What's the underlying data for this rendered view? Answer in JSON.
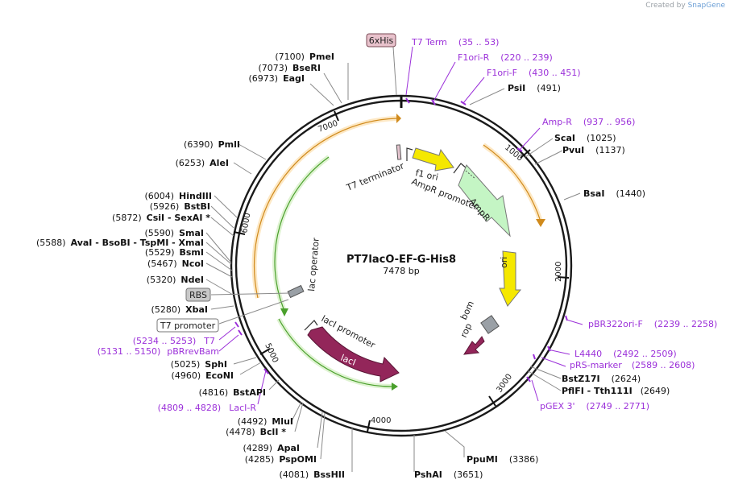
{
  "credit": {
    "prefix": "Created by",
    "brand": "SnapGene"
  },
  "plasmid": {
    "name": "PT7lacO-EF-G-His8",
    "length": "7478 bp"
  },
  "ticks": [
    "1000",
    "2000",
    "3000",
    "4000",
    "5000",
    "6000",
    "7000"
  ],
  "enzymes": [
    {
      "pos": "(7100)",
      "name": "PmeI"
    },
    {
      "pos": "(7073)",
      "name": "BseRI"
    },
    {
      "pos": "(6973)",
      "name": "EagI"
    },
    {
      "pos": "(491)",
      "name": "PsiI"
    },
    {
      "pos": "(1025)",
      "name": "ScaI"
    },
    {
      "pos": "(1137)",
      "name": "PvuI"
    },
    {
      "pos": "(1440)",
      "name": "BsaI"
    },
    {
      "pos": "(2624)",
      "name": "BstZ17I"
    },
    {
      "pos": "(2649)",
      "name": "PflFI  -  Tth111I"
    },
    {
      "pos": "(3386)",
      "name": "PpuMI"
    },
    {
      "pos": "(3651)",
      "name": "PshAI"
    },
    {
      "pos": "(4081)",
      "name": "BssHII"
    },
    {
      "pos": "(4285)",
      "name": "PspOMI"
    },
    {
      "pos": "(4289)",
      "name": "ApaI"
    },
    {
      "pos": "(4478)",
      "name": "BclI *"
    },
    {
      "pos": "(4492)",
      "name": "MluI"
    },
    {
      "pos": "(4816)",
      "name": "BstAPI"
    },
    {
      "pos": "(4960)",
      "name": "EcoNI"
    },
    {
      "pos": "(5025)",
      "name": "SphI"
    },
    {
      "pos": "(5280)",
      "name": "XbaI"
    },
    {
      "pos": "(5320)",
      "name": "NdeI"
    },
    {
      "pos": "(5467)",
      "name": "NcoI"
    },
    {
      "pos": "(5529)",
      "name": "BsmI"
    },
    {
      "pos": "(5588)",
      "name": "AvaI  -  BsoBI  -  TspMI  -  XmaI"
    },
    {
      "pos": "(5590)",
      "name": "SmaI"
    },
    {
      "pos": "(5872)",
      "name": "CsiI  -  SexAI *"
    },
    {
      "pos": "(5926)",
      "name": "BstBI"
    },
    {
      "pos": "(6004)",
      "name": "HindIII"
    },
    {
      "pos": "(6253)",
      "name": "AleI"
    },
    {
      "pos": "(6390)",
      "name": "PmlI"
    }
  ],
  "primers": [
    {
      "name": "T7 Term",
      "range": "(35 .. 53)"
    },
    {
      "name": "F1ori-R",
      "range": "(220 .. 239)"
    },
    {
      "name": "F1ori-F",
      "range": "(430 .. 451)"
    },
    {
      "name": "Amp-R",
      "range": "(937 .. 956)"
    },
    {
      "name": "pBR322ori-F",
      "range": "(2239 .. 2258)"
    },
    {
      "name": "L4440",
      "range": "(2492 .. 2509)"
    },
    {
      "name": "pRS-marker",
      "range": "(2589 .. 2608)"
    },
    {
      "name": "pGEX 3'",
      "range": "(2749 .. 2771)"
    },
    {
      "name": "LacI-R",
      "range": "(4809 .. 4828)"
    },
    {
      "name": "pBRrevBam",
      "range": "(5131 .. 5150)"
    },
    {
      "name": "T7",
      "range": "(5234 .. 5253)"
    }
  ],
  "boxed": {
    "his": "6xHis",
    "rbs": "RBS",
    "t7promoter": "T7 promoter"
  },
  "features": {
    "t7term": "T7 terminator",
    "f1ori": "f1 ori",
    "ampr_promoter": "AmpR promoter",
    "ampr": "AmpR",
    "ori": "ori",
    "bom": "bom",
    "rop": "rop",
    "laci": "lacI",
    "laci_promoter": "lacI promoter",
    "lac_operator": "lac operator"
  },
  "colors": {
    "backbone": "#1a1a1a",
    "orf": "#f5a623",
    "orf_fill": "#fde8c4",
    "green": "#4aa02c",
    "green_fill": "#dff3d2",
    "ori": "#f5e800",
    "ampr": "#c4f5c4",
    "laci": "#93265a",
    "primer": "#9b30d9"
  }
}
